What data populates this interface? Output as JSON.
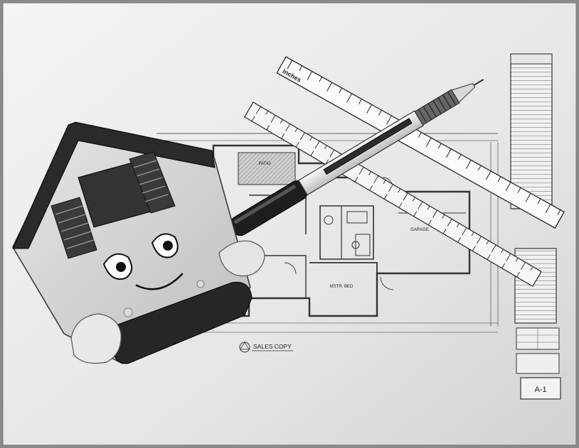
{
  "photo": {
    "subject": "House-shaped stress toy, mechanical pencil and scale ruler on architectural floor plan"
  },
  "blueprint": {
    "rooms": [
      "PATIO",
      "GARAGE",
      "MSTR. BED"
    ],
    "stamp": "SALES COPY",
    "sheet_number": "A-1"
  },
  "ruler": {
    "unit_label": "Inches"
  },
  "colors": {
    "paper": "#e9e9e9",
    "toy_dark": "#2a2a2a",
    "toy_light": "#d8d8d8"
  }
}
